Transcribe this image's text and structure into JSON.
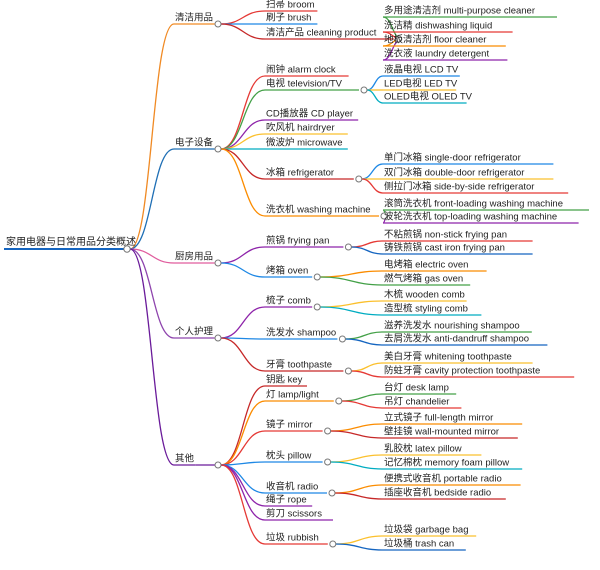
{
  "root": {
    "label": "家用电器与日常用品分类概述"
  },
  "categories": [
    {
      "label": "清洁用品",
      "color": "#f08a24",
      "items": [
        {
          "label": "扫帚 broom",
          "color": "#e53935",
          "children": []
        },
        {
          "label": "刷子 brush",
          "color": "#1e88e5",
          "children": []
        },
        {
          "label": "清洁产品 cleaning product",
          "color": "#c62828",
          "children": [
            {
              "label": "多用途清洁剂 multi-purpose cleaner",
              "color": "#43a047"
            },
            {
              "label": "洗洁精 dishwashing liquid",
              "color": "#e53935"
            },
            {
              "label": "地板清洁剂 floor cleaner",
              "color": "#fb8c00"
            },
            {
              "label": "洗衣液 laundry detergent",
              "color": "#8e24aa"
            }
          ]
        }
      ]
    },
    {
      "label": "电子设备",
      "color": "#1f6fb5",
      "items": [
        {
          "label": "闹钟 alarm clock",
          "color": "#e53935",
          "children": []
        },
        {
          "label": "电视 television/TV",
          "color": "#43a047",
          "children": [
            {
              "label": "液晶电视 LCD TV",
              "color": "#1e88e5"
            },
            {
              "label": "LED电视 LED TV",
              "color": "#fbc02d"
            },
            {
              "label": "OLED电视 OLED TV",
              "color": "#00acc1"
            }
          ]
        },
        {
          "label": "CD播放器 CD player",
          "color": "#8e24aa",
          "children": []
        },
        {
          "label": "吹风机 hairdryer",
          "color": "#fbc02d",
          "children": []
        },
        {
          "label": "微波炉 microwave",
          "color": "#00acc1",
          "children": []
        },
        {
          "label": "冰箱 refrigerator",
          "color": "#c62828",
          "children": [
            {
              "label": "单门冰箱 single-door refrigerator",
              "color": "#1e88e5"
            },
            {
              "label": "双门冰箱 double-door refrigerator",
              "color": "#fbc02d"
            },
            {
              "label": "侧拉门冰箱 side-by-side refrigerator",
              "color": "#e53935"
            }
          ]
        },
        {
          "label": "洗衣机 washing machine",
          "color": "#fb8c00",
          "children": [
            {
              "label": "滚筒洗衣机 front-loading washing machine",
              "color": "#43a047"
            },
            {
              "label": "波轮洗衣机 top-loading washing machine",
              "color": "#8e24aa"
            }
          ]
        }
      ]
    },
    {
      "label": "厨房用品",
      "color": "#e05c9d",
      "items": [
        {
          "label": "煎锅 frying pan",
          "color": "#8e24aa",
          "children": [
            {
              "label": "不粘煎锅 non-stick frying pan",
              "color": "#e53935"
            },
            {
              "label": "铸铁煎锅 cast iron frying pan",
              "color": "#1565c0"
            }
          ]
        },
        {
          "label": "烤箱 oven",
          "color": "#1e88e5",
          "children": [
            {
              "label": "电烤箱 electric oven",
              "color": "#fb8c00"
            },
            {
              "label": "燃气烤箱 gas oven",
              "color": "#43a047"
            }
          ]
        }
      ]
    },
    {
      "label": "个人护理",
      "color": "#8e44ad",
      "items": [
        {
          "label": "梳子 comb",
          "color": "#8e24aa",
          "children": [
            {
              "label": "木梳 wooden comb",
              "color": "#fbc02d"
            },
            {
              "label": "造型梳 styling comb",
              "color": "#00acc1"
            }
          ]
        },
        {
          "label": "洗发水 shampoo",
          "color": "#1e88e5",
          "children": [
            {
              "label": "滋养洗发水 nourishing shampoo",
              "color": "#43a047"
            },
            {
              "label": "去屑洗发水 anti-dandruff shampoo",
              "color": "#1565c0"
            }
          ]
        },
        {
          "label": "牙膏 toothpaste",
          "color": "#c62828",
          "children": [
            {
              "label": "美白牙膏 whitening toothpaste",
              "color": "#fbc02d"
            },
            {
              "label": "防蛀牙膏 cavity protection toothpaste",
              "color": "#e53935"
            }
          ]
        }
      ]
    },
    {
      "label": "其他",
      "color": "#6a1b9a",
      "items": [
        {
          "label": "钥匙 key",
          "color": "#c62828",
          "children": []
        },
        {
          "label": "灯 lamp/light",
          "color": "#fb8c00",
          "children": [
            {
              "label": "台灯 desk lamp",
              "color": "#43a047"
            },
            {
              "label": "吊灯 chandelier",
              "color": "#e53935"
            }
          ]
        },
        {
          "label": "镜子 mirror",
          "color": "#e53935",
          "children": [
            {
              "label": "立式镜子 full-length mirror",
              "color": "#fb8c00"
            },
            {
              "label": "壁挂镜 wall-mounted mirror",
              "color": "#c62828"
            }
          ]
        },
        {
          "label": "枕头 pillow",
          "color": "#1e88e5",
          "children": [
            {
              "label": "乳胶枕 latex pillow",
              "color": "#fbc02d"
            },
            {
              "label": "记忆棉枕 memory foam pillow",
              "color": "#00acc1"
            }
          ]
        },
        {
          "label": "收音机 radio",
          "color": "#1e88e5",
          "children": [
            {
              "label": "便携式收音机 portable radio",
              "color": "#fb8c00"
            },
            {
              "label": "插座收音机 bedside radio",
              "color": "#c62828"
            }
          ]
        },
        {
          "label": "绳子 rope",
          "color": "#8e24aa",
          "children": []
        },
        {
          "label": "剪刀 scissors",
          "color": "#8e24aa",
          "children": []
        },
        {
          "label": "垃圾 rubbish",
          "color": "#e53935",
          "children": [
            {
              "label": "垃圾袋 garbage bag",
              "color": "#fbc02d"
            },
            {
              "label": "垃圾桶 trash can",
              "color": "#1565c0"
            }
          ]
        }
      ]
    }
  ]
}
